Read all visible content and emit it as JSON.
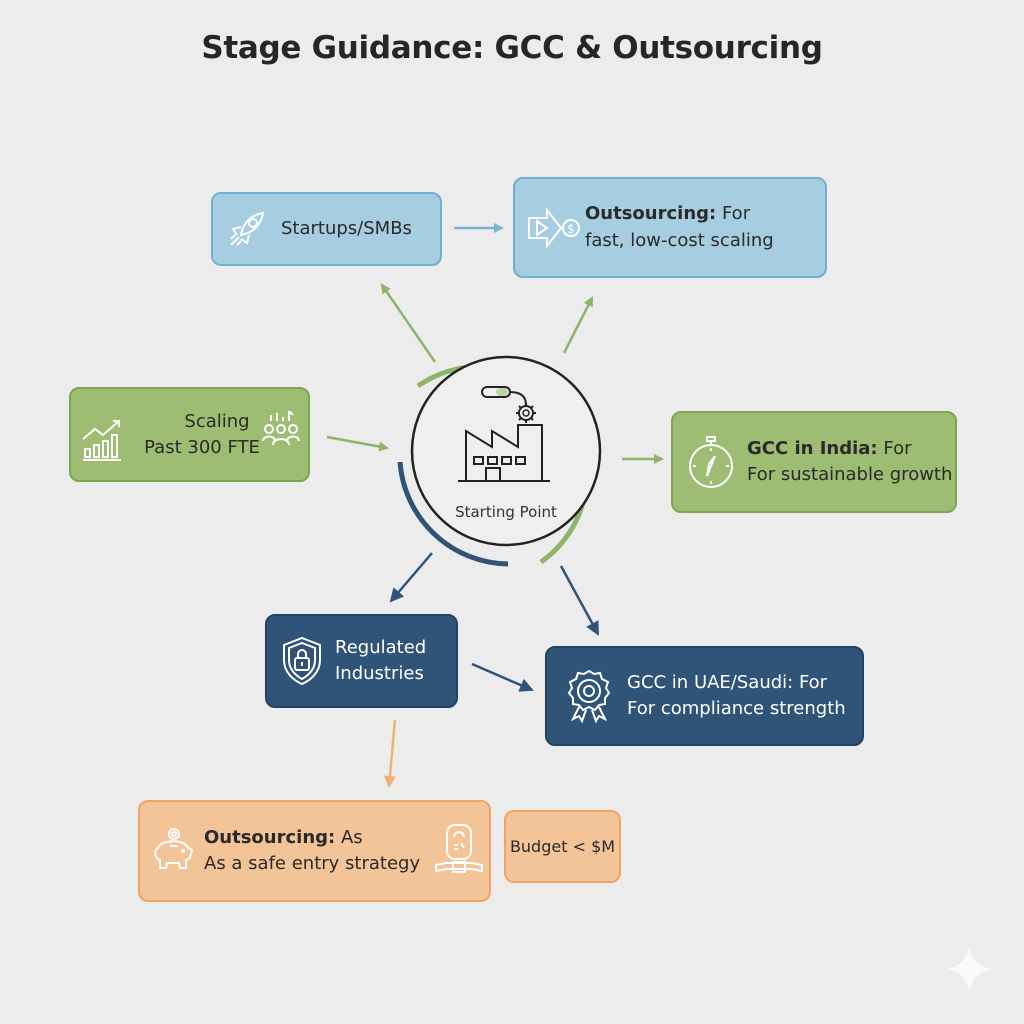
{
  "title": "Stage Guidance: GCC & Outsourcing",
  "center": {
    "label": "Starting Point",
    "icon": "factory-icon"
  },
  "nodes": {
    "startups": {
      "label": "Startups/SMBs",
      "icon": "rocket-icon",
      "color": "#a7cde0"
    },
    "outsourcing_fast": {
      "bold": "Outsourcing:",
      "text_inline": "For",
      "text_line2": "fast, low-cost scaling",
      "icon": "play-dollar-icon",
      "color": "#a7cde0"
    },
    "scaling": {
      "line1": "Scaling",
      "line2": "Past 300 FTE",
      "icon_left": "growth-chart-icon",
      "icon_right": "team-icon",
      "color": "#9dbd72"
    },
    "gcc_india": {
      "bold": "GCC in India:",
      "text_inline": "For",
      "text_line2": "For sustainable growth",
      "icon": "compass-icon",
      "color": "#9dbd72"
    },
    "regulated": {
      "line1": "Regulated",
      "line2": "Industries",
      "icon": "shield-lock-icon",
      "color": "#2f5478"
    },
    "gcc_uae": {
      "line1": "GCC in UAE/Saudi: For",
      "line2": "For compliance strength",
      "icon": "award-badge-icon",
      "color": "#2f5478"
    },
    "outsourcing_safe": {
      "bold": "Outsourcing:",
      "text_inline": "As",
      "text_line2": "As a safe entry strategy",
      "icon_left": "piggy-bank-icon",
      "icon_right": "device-icon",
      "color": "#f3c497"
    },
    "budget": {
      "label": "Budget < $M",
      "color": "#f3c497"
    }
  },
  "connections": [
    {
      "from": "center",
      "to": "startups",
      "color": "#8db56a"
    },
    {
      "from": "center",
      "to": "outsourcing_fast",
      "color": "#8db56a"
    },
    {
      "from": "startups",
      "to": "outsourcing_fast",
      "color": "#7ab3d6"
    },
    {
      "from": "scaling",
      "to": "center",
      "color": "#8db56a"
    },
    {
      "from": "center",
      "to": "gcc_india",
      "color": "#8db56a"
    },
    {
      "from": "center",
      "to": "regulated",
      "color": "#2f5478"
    },
    {
      "from": "center",
      "to": "gcc_uae",
      "color": "#2f5478"
    },
    {
      "from": "regulated",
      "to": "gcc_uae",
      "color": "#2f5478"
    },
    {
      "from": "regulated",
      "to": "outsourcing_safe",
      "color": "#f0b071"
    }
  ],
  "watermark_icon": "sparkle-icon"
}
